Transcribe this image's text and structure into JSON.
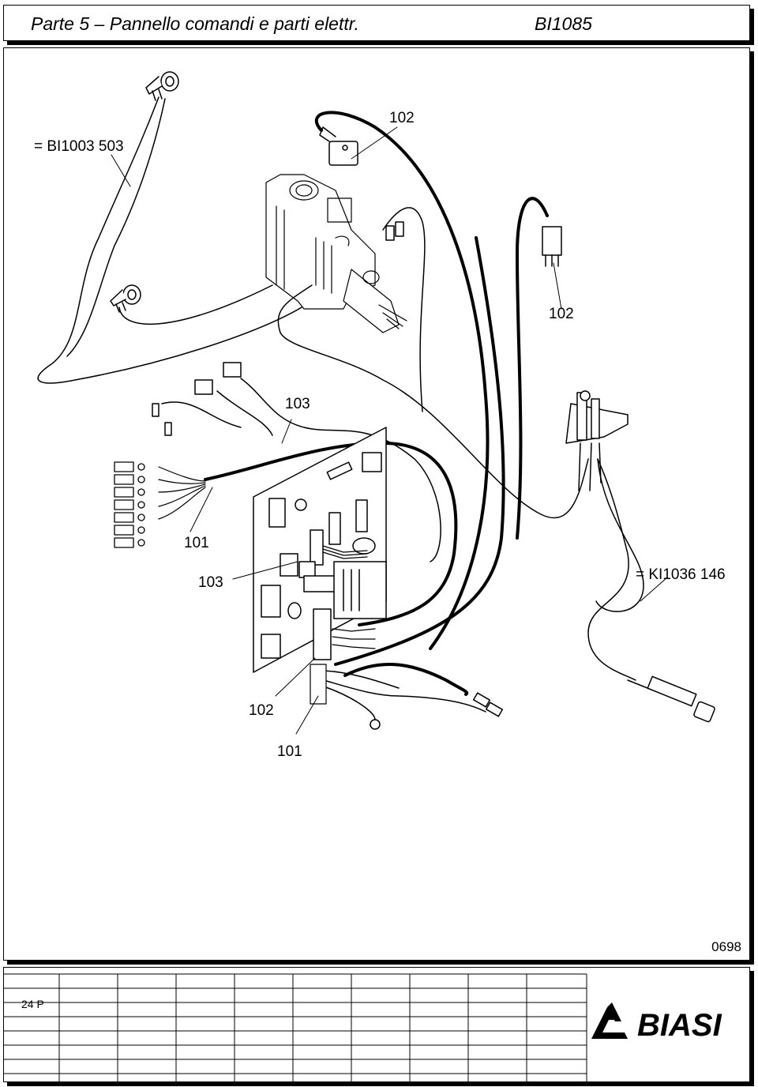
{
  "header": {
    "title": "Parte 5 – Pannello comandi e parti elettr.",
    "model_code": "BI1085"
  },
  "drawing": {
    "callouts": [
      "102",
      "= BI1003 503",
      "102",
      "103",
      "101",
      "103",
      "= KI1036 146",
      "102",
      "101"
    ],
    "drawing_code": "0698",
    "line_color": "#000000"
  },
  "footer": {
    "page_label": "24 P",
    "brand": "BIASI"
  }
}
